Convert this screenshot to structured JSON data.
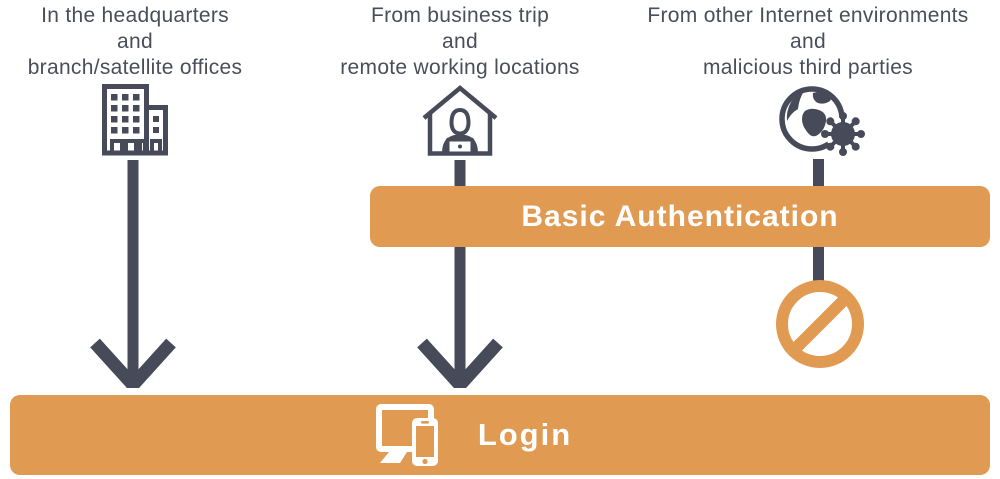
{
  "palette": {
    "accent_orange": "#E19A52",
    "dark_slate": "#474B59",
    "caption_text": "#4A4E5B",
    "label_text": "#FFFFFF"
  },
  "columns": [
    {
      "caption_lines": [
        "In the headquarters",
        "and",
        "branch/satellite offices"
      ],
      "icon": "office-building-icon",
      "flow": "arrow-to-login"
    },
    {
      "caption_lines": [
        "From business trip",
        "and",
        "remote working locations"
      ],
      "icon": "remote-worker-home-icon",
      "flow": "arrow-through-basic-authentication-to-login"
    },
    {
      "caption_lines": [
        "From other Internet environments",
        "and",
        "malicious third parties"
      ],
      "icon": "globe-malware-icon",
      "flow": "blocked-by-prohibition-sign"
    }
  ],
  "auth_banner": {
    "label": "Basic Authentication"
  },
  "blocked": {
    "icon": "prohibition-icon"
  },
  "login_bar": {
    "label": "Login",
    "icon": "devices-icon"
  }
}
